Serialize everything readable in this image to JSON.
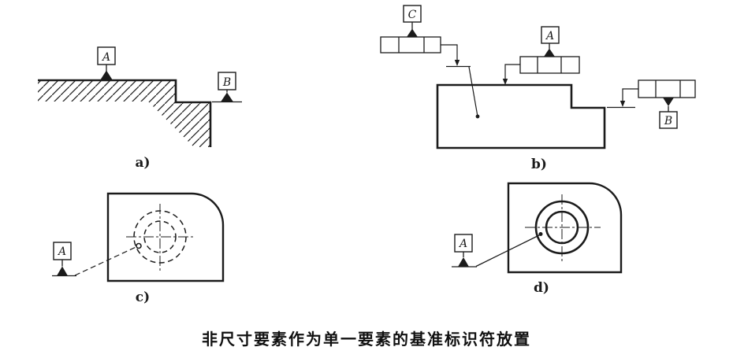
{
  "caption": "非尺寸要素作为单一要素的基准标识符放置",
  "figures": {
    "a": {
      "label": "a)",
      "datum_top_label": "A",
      "datum_right_label": "B"
    },
    "b": {
      "label": "b)",
      "frame_c_label": "C",
      "frame_a_label": "A",
      "frame_b_label": "B"
    },
    "c": {
      "label": "c)",
      "datum_label": "A"
    },
    "d": {
      "label": "d)",
      "datum_label": "A"
    }
  },
  "colors": {
    "line": "#1b1b1b",
    "background": "#ffffff"
  }
}
